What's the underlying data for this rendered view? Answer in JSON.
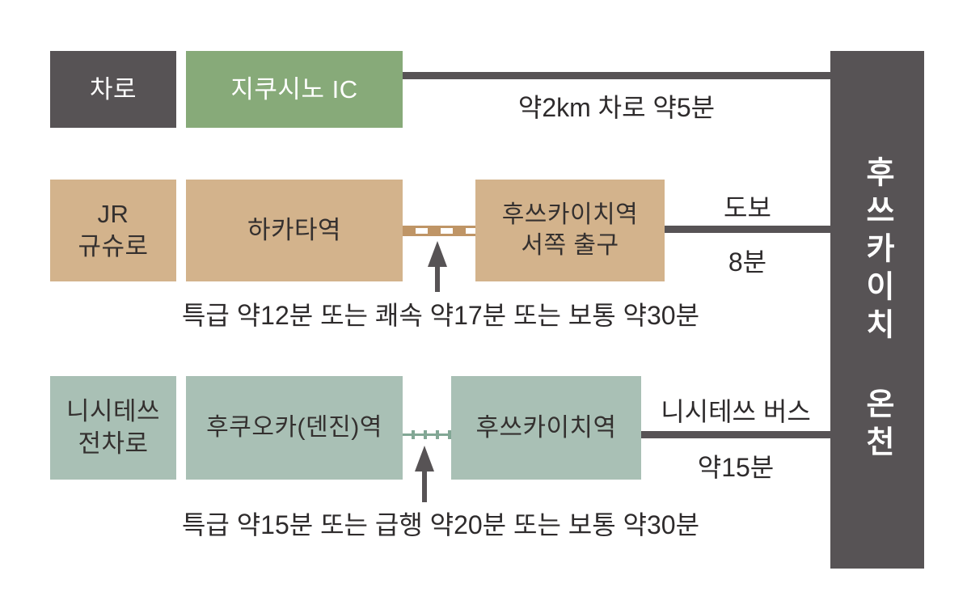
{
  "destination": {
    "label": "후쓰카이치 온천"
  },
  "car_row": {
    "mode_label": "차로",
    "start_label": "지쿠시노 IC",
    "route_label": "약2km 차로 약5분"
  },
  "jr_row": {
    "mode_label_line1": "JR",
    "mode_label_line2": "규슈로",
    "start_label": "하카타역",
    "transfer_label_line1": "후쓰카이치역",
    "transfer_label_line2": "서쪽 출구",
    "walk_label": "도보",
    "walk_duration": "8분",
    "note": "특급 약12분 또는 쾌속 약17분 또는 보통 약30분"
  },
  "nishitetsu_row": {
    "mode_label_line1": "니시테쓰",
    "mode_label_line2": "전차로",
    "start_label": "후쿠오카(덴진)역",
    "transfer_label": "후쓰카이치역",
    "bus_label": "니시테쓰 버스",
    "bus_duration": "약15분",
    "note": "특급 약15분 또는 급행 약20분 또는 보통 약30분"
  },
  "colors": {
    "dark_gray": "#575355",
    "green": "#87aa79",
    "tan": "#d3b38c",
    "sage": "#a9c0b5",
    "rail_tan": "#bf9566",
    "rail_sage": "#82a795",
    "text_dark": "#2e2b2c",
    "text_light": "#ffffff"
  }
}
